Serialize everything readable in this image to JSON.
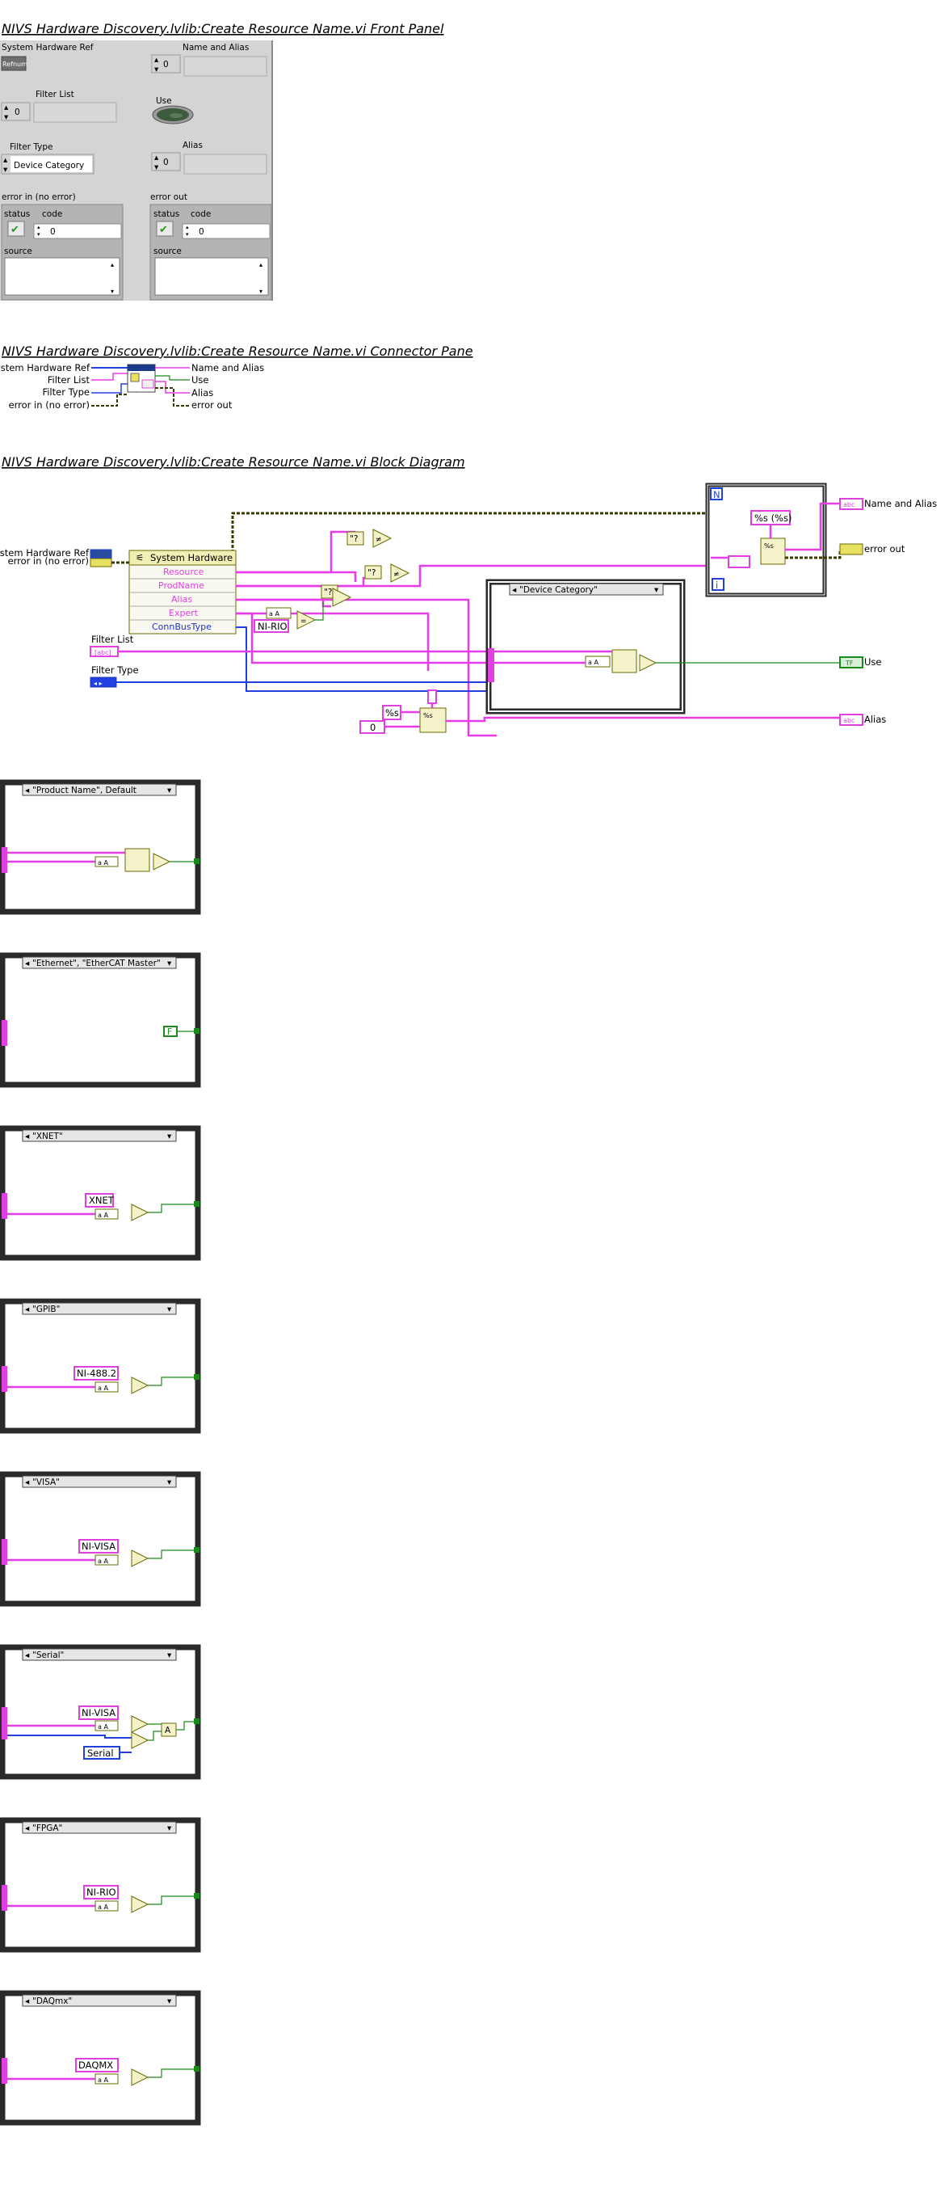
{
  "front_panel": {
    "title": "NIVS Hardware Discovery.lvlib:Create Resource Name.vi Front Panel",
    "system_hw_label": "System Hardware Ref",
    "refnum_label": "Refnum",
    "name_alias_label": "Name and Alias",
    "name_alias_index": "0",
    "filter_list_label": "Filter List",
    "filter_list_index": "0",
    "use_label": "Use",
    "filter_type_label": "Filter Type",
    "filter_type_value": "Device Category",
    "alias_label": "Alias",
    "alias_index": "0",
    "error_in_label": "error in (no error)",
    "error_out_label": "error out",
    "status_label": "status",
    "code_label": "code",
    "source_label": "source",
    "code_value": "0"
  },
  "connector_pane": {
    "title": "NIVS Hardware Discovery.lvlib:Create Resource Name.vi Connector Pane",
    "inputs": [
      "System Hardware Ref",
      "Filter List",
      "Filter Type",
      "error in (no error)"
    ],
    "outputs": [
      "Name and Alias",
      "Use",
      "Alias",
      "error out"
    ]
  },
  "block_diagram": {
    "title": "NIVS Hardware Discovery.lvlib:Create Resource Name.vi Block Diagram",
    "in_system_hw": "System Hardware Ref",
    "in_error": "error in (no error)",
    "property_node_class": "System Hardware",
    "properties": [
      "Resource",
      "ProdName",
      "Alias",
      "Expert",
      "ConnBusType"
    ],
    "filter_list_label": "Filter List",
    "filter_type_label": "Filter Type",
    "const_nirio": "NI-RIO",
    "case_selector": "\"Device Category\"",
    "format_string": "%s (%s)",
    "pct_s": "%s",
    "zero_const": "0",
    "loop_n": "N",
    "loop_i": "i",
    "out_name_alias": "Name and Alias",
    "out_error": "error out",
    "out_use": "Use",
    "out_alias": "Alias",
    "abc": "abc",
    "tf": "TF",
    "false_const": "F",
    "and_label": "A"
  },
  "cases": [
    {
      "selector": "\"Product Name\", Default",
      "constant": ""
    },
    {
      "selector": "\"Ethernet\", \"EtherCAT Master\"",
      "constant": ""
    },
    {
      "selector": "\"XNET\"",
      "constant": "XNET"
    },
    {
      "selector": "\"GPIB\"",
      "constant": "NI-488.2"
    },
    {
      "selector": "\"VISA\"",
      "constant": "NI-VISA"
    },
    {
      "selector": "\"Serial\"",
      "constant": "NI-VISA",
      "enum": "Serial"
    },
    {
      "selector": "\"FPGA\"",
      "constant": "NI-RIO"
    },
    {
      "selector": "\"DAQmx\"",
      "constant": "DAQMX"
    }
  ]
}
